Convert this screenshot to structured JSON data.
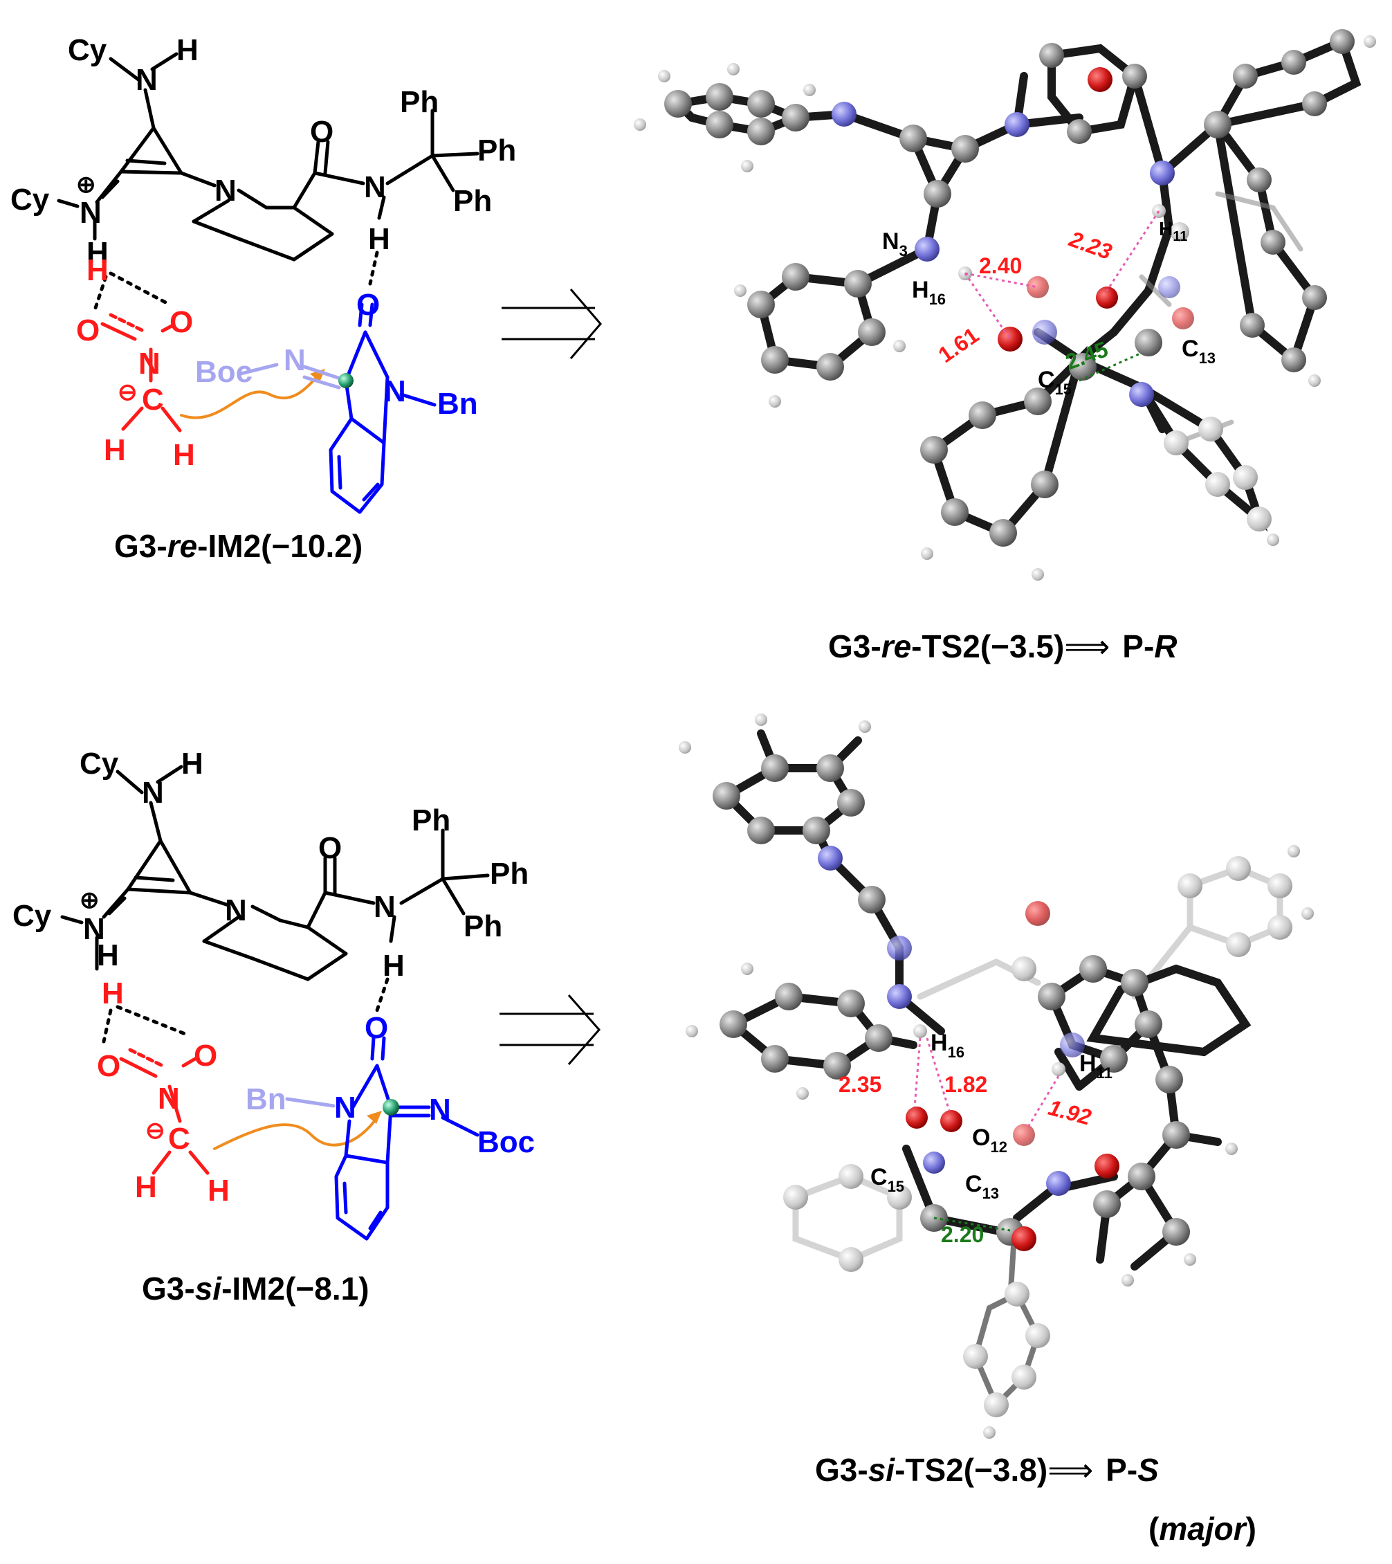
{
  "colors": {
    "black": "#000000",
    "red": "#ff1a1a",
    "blue": "#0000ff",
    "faint_blue": "#a6a6f0",
    "orange": "#f08c1e",
    "green": "#1a7a1a",
    "pink": "#e85ab0",
    "atom_red": "#d01818",
    "atom_blue": "#7070d8",
    "atom_grey": "#888888"
  },
  "top": {
    "scheme": {
      "cy_nh": "Cy",
      "n_top": "N",
      "h_top": "H",
      "cy_left": "Cy",
      "n_plus": "N",
      "plus": "⊕",
      "h_left": "H",
      "n_ring": "N",
      "o_amide": "O",
      "n_amide": "N",
      "h_amide": "H",
      "ph1": "Ph",
      "ph2": "Ph",
      "ph3": "Ph",
      "h_red": "H",
      "o_left": "O",
      "o_right": "O",
      "n_nitro": "N",
      "minus": "⊖",
      "c_red": "C",
      "h_c1": "H",
      "h_c2": "H",
      "boc": "Boc",
      "n_imine": "N",
      "o_carbonyl": "O",
      "n_blue": "N",
      "bn": "Bn",
      "label_main": "G3-",
      "label_italic": "re",
      "label_rest": "-IM2(−10.2)"
    },
    "model": {
      "n3": "N",
      "n3_sub": "3",
      "h16": "H",
      "h16_sub": "16",
      "h11": "H",
      "h11_sub": "11",
      "c13": "C",
      "c13_sub": "13",
      "c15": "C",
      "c15_sub": "15",
      "d1": "2.40",
      "d2": "1.61",
      "d3": "2.23",
      "d4": "2.45"
    },
    "ts_label": {
      "main": "G3-",
      "italic": "re",
      "rest": "-TS2(−3.5)",
      "arrow": "⟹",
      "product": "P-",
      "product_italic": "R"
    }
  },
  "bottom": {
    "scheme": {
      "cy_nh": "Cy",
      "n_top": "N",
      "h_top": "H",
      "cy_left": "Cy",
      "n_plus": "N",
      "plus": "⊕",
      "h_left": "H",
      "n_ring": "N",
      "o_amide": "O",
      "n_amide": "N",
      "h_amide": "H",
      "ph1": "Ph",
      "ph2": "Ph",
      "ph3": "Ph",
      "h_red": "H",
      "o_left": "O",
      "o_right": "O",
      "n_nitro": "N",
      "minus": "⊖",
      "c_red": "C",
      "h_c1": "H",
      "h_c2": "H",
      "bn": "Bn",
      "n_blue": "N",
      "o_carbonyl": "O",
      "n_imine": "N",
      "boc": "Boc",
      "label_main": "G3-",
      "label_italic": "si",
      "label_rest": "-IM2(−8.1)"
    },
    "model": {
      "h16": "H",
      "h16_sub": "16",
      "h11": "H",
      "h11_sub": "11",
      "o12": "O",
      "o12_sub": "12",
      "c15": "C",
      "c15_sub": "15",
      "c13": "C",
      "c13_sub": "13",
      "d1": "2.35",
      "d2": "1.82",
      "d3": "1.92",
      "d4": "2.20"
    },
    "ts_label": {
      "main": "G3-",
      "italic": "si",
      "rest": "-TS2(−3.8)",
      "arrow": "⟹",
      "product": "P-",
      "product_italic": "S",
      "major_open": "(",
      "major": "major",
      "major_close": ")"
    }
  }
}
